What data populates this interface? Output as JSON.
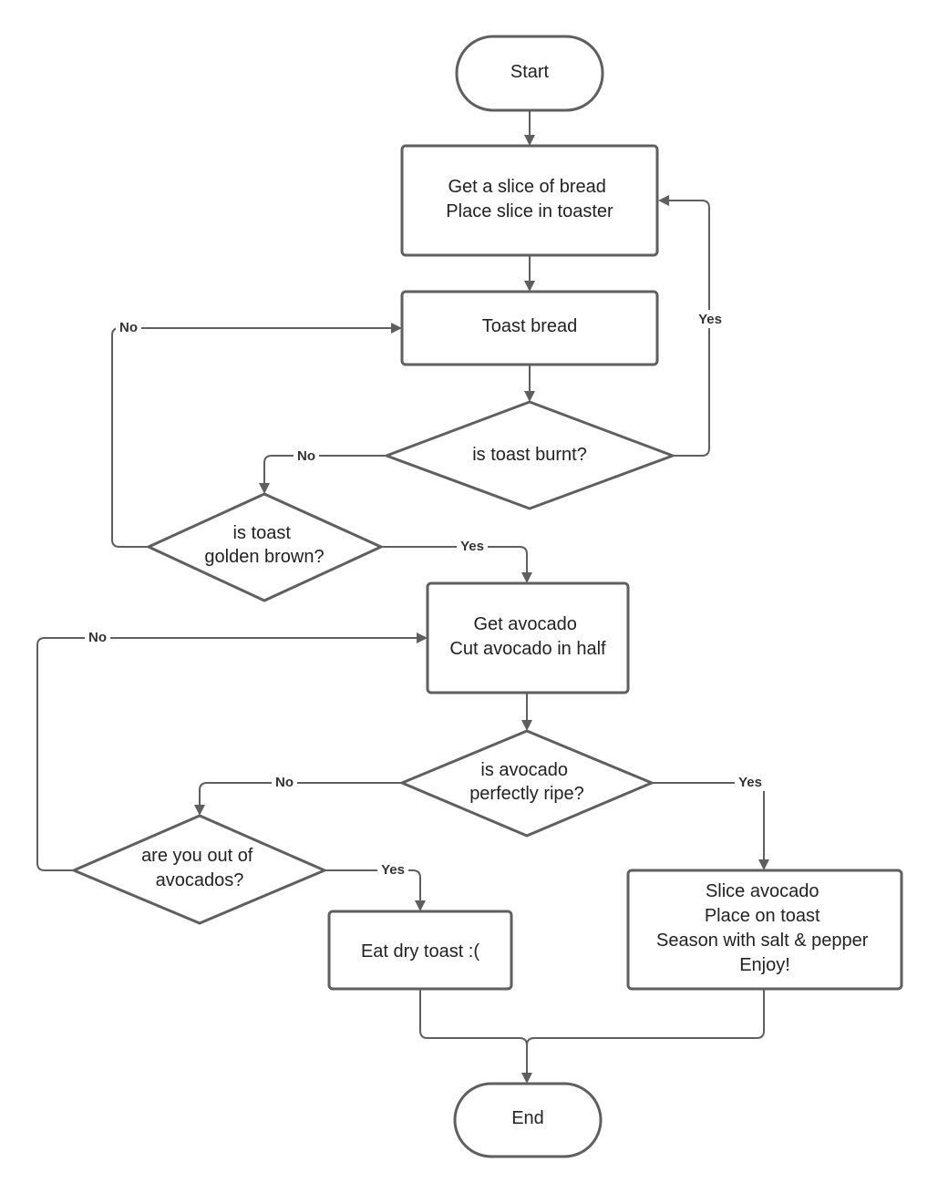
{
  "colors": {
    "stroke": "#5f5f5f",
    "text": "#222222",
    "background": "#ffffff"
  },
  "nodes": {
    "start": {
      "lines": [
        "Start"
      ]
    },
    "get_bread": {
      "lines": [
        "Get a slice of bread",
        "Place slice in toaster"
      ]
    },
    "toast_bread": {
      "lines": [
        "Toast bread"
      ]
    },
    "is_burnt": {
      "lines": [
        "is toast burnt?"
      ]
    },
    "is_golden": {
      "lines": [
        "is toast",
        "golden brown?"
      ]
    },
    "get_avocado": {
      "lines": [
        "Get avocado",
        "Cut avocado in half"
      ]
    },
    "is_ripe": {
      "lines": [
        "is avocado",
        "perfectly ripe?"
      ]
    },
    "out_of_avocados": {
      "lines": [
        "are you out of",
        "avocados?"
      ]
    },
    "dry_toast": {
      "lines": [
        "Eat dry toast :("
      ]
    },
    "slice_avocado": {
      "lines": [
        "Slice avocado",
        "Place on toast",
        "Season with salt & pepper",
        "Enjoy!"
      ]
    },
    "end": {
      "lines": [
        "End"
      ]
    }
  },
  "edges": {
    "burnt_yes": "Yes",
    "burnt_no": "No",
    "golden_no": "No",
    "golden_yes": "Yes",
    "ripe_no": "No",
    "ripe_yes": "Yes",
    "out_no": "No",
    "out_yes": "Yes"
  }
}
